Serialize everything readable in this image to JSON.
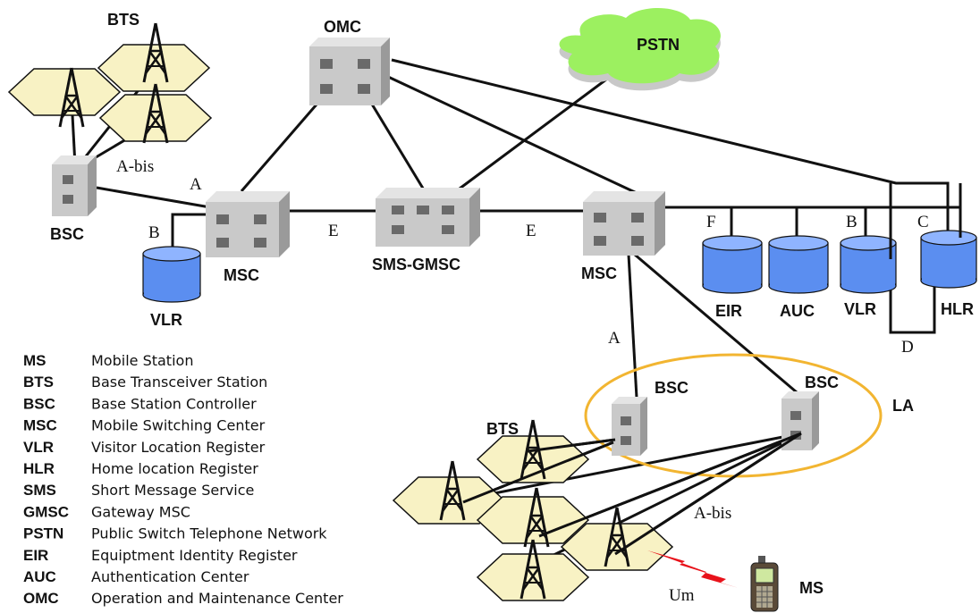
{
  "labels": {
    "bts_top": "BTS",
    "omc": "OMC",
    "pstn": "PSTN",
    "abis_top": "A-bis",
    "a_left": "A",
    "bsc_left": "BSC",
    "b_left": "B",
    "msc_left": "MSC",
    "vlr_left": "VLR",
    "e_left": "E",
    "sms_gmsc": "SMS-GMSC",
    "e_right": "E",
    "msc_right": "MSC",
    "f": "F",
    "b_right": "B",
    "c": "C",
    "eir": "EIR",
    "auc": "AUC",
    "vlr_right": "VLR",
    "hlr": "HLR",
    "d": "D",
    "a_right": "A",
    "bsc_mid": "BSC",
    "bsc_right": "BSC",
    "la": "LA",
    "bts_bottom": "BTS",
    "abis_bottom": "A-bis",
    "um": "Um",
    "ms": "MS"
  },
  "glossary": [
    {
      "abbr": "MS",
      "desc": "Mobile Station"
    },
    {
      "abbr": "BTS",
      "desc": "Base Transceiver Station"
    },
    {
      "abbr": "BSC",
      "desc": "Base Station Controller"
    },
    {
      "abbr": "MSC",
      "desc": "Mobile Switching Center"
    },
    {
      "abbr": "VLR",
      "desc": "Visitor Location Register"
    },
    {
      "abbr": "HLR",
      "desc": "Home location Register"
    },
    {
      "abbr": "SMS",
      "desc": "Short Message Service"
    },
    {
      "abbr": "GMSC",
      "desc": "Gateway MSC"
    },
    {
      "abbr": "PSTN",
      "desc": "Public Switch Telephone Network"
    },
    {
      "abbr": "EIR",
      "desc": "Equiptment Identity Register"
    },
    {
      "abbr": "AUC",
      "desc": "Authentication Center"
    },
    {
      "abbr": "OMC",
      "desc": "Operation and Maintenance Center"
    }
  ],
  "colors": {
    "cell_fill": "#f8f2c4",
    "cylinder_fill": "#5b8ef0",
    "cloud_fill": "#9cf060",
    "la_ellipse": "#f2b531",
    "box_front": "#c9c9c9",
    "box_top": "#e4e4e4",
    "box_side": "#9a9a9a",
    "lightning": "#e8121a"
  },
  "icons": [
    "bts-tower-icon",
    "switch-box-icon",
    "database-cylinder-icon",
    "cloud-icon",
    "lightning-icon",
    "mobile-phone-icon"
  ]
}
